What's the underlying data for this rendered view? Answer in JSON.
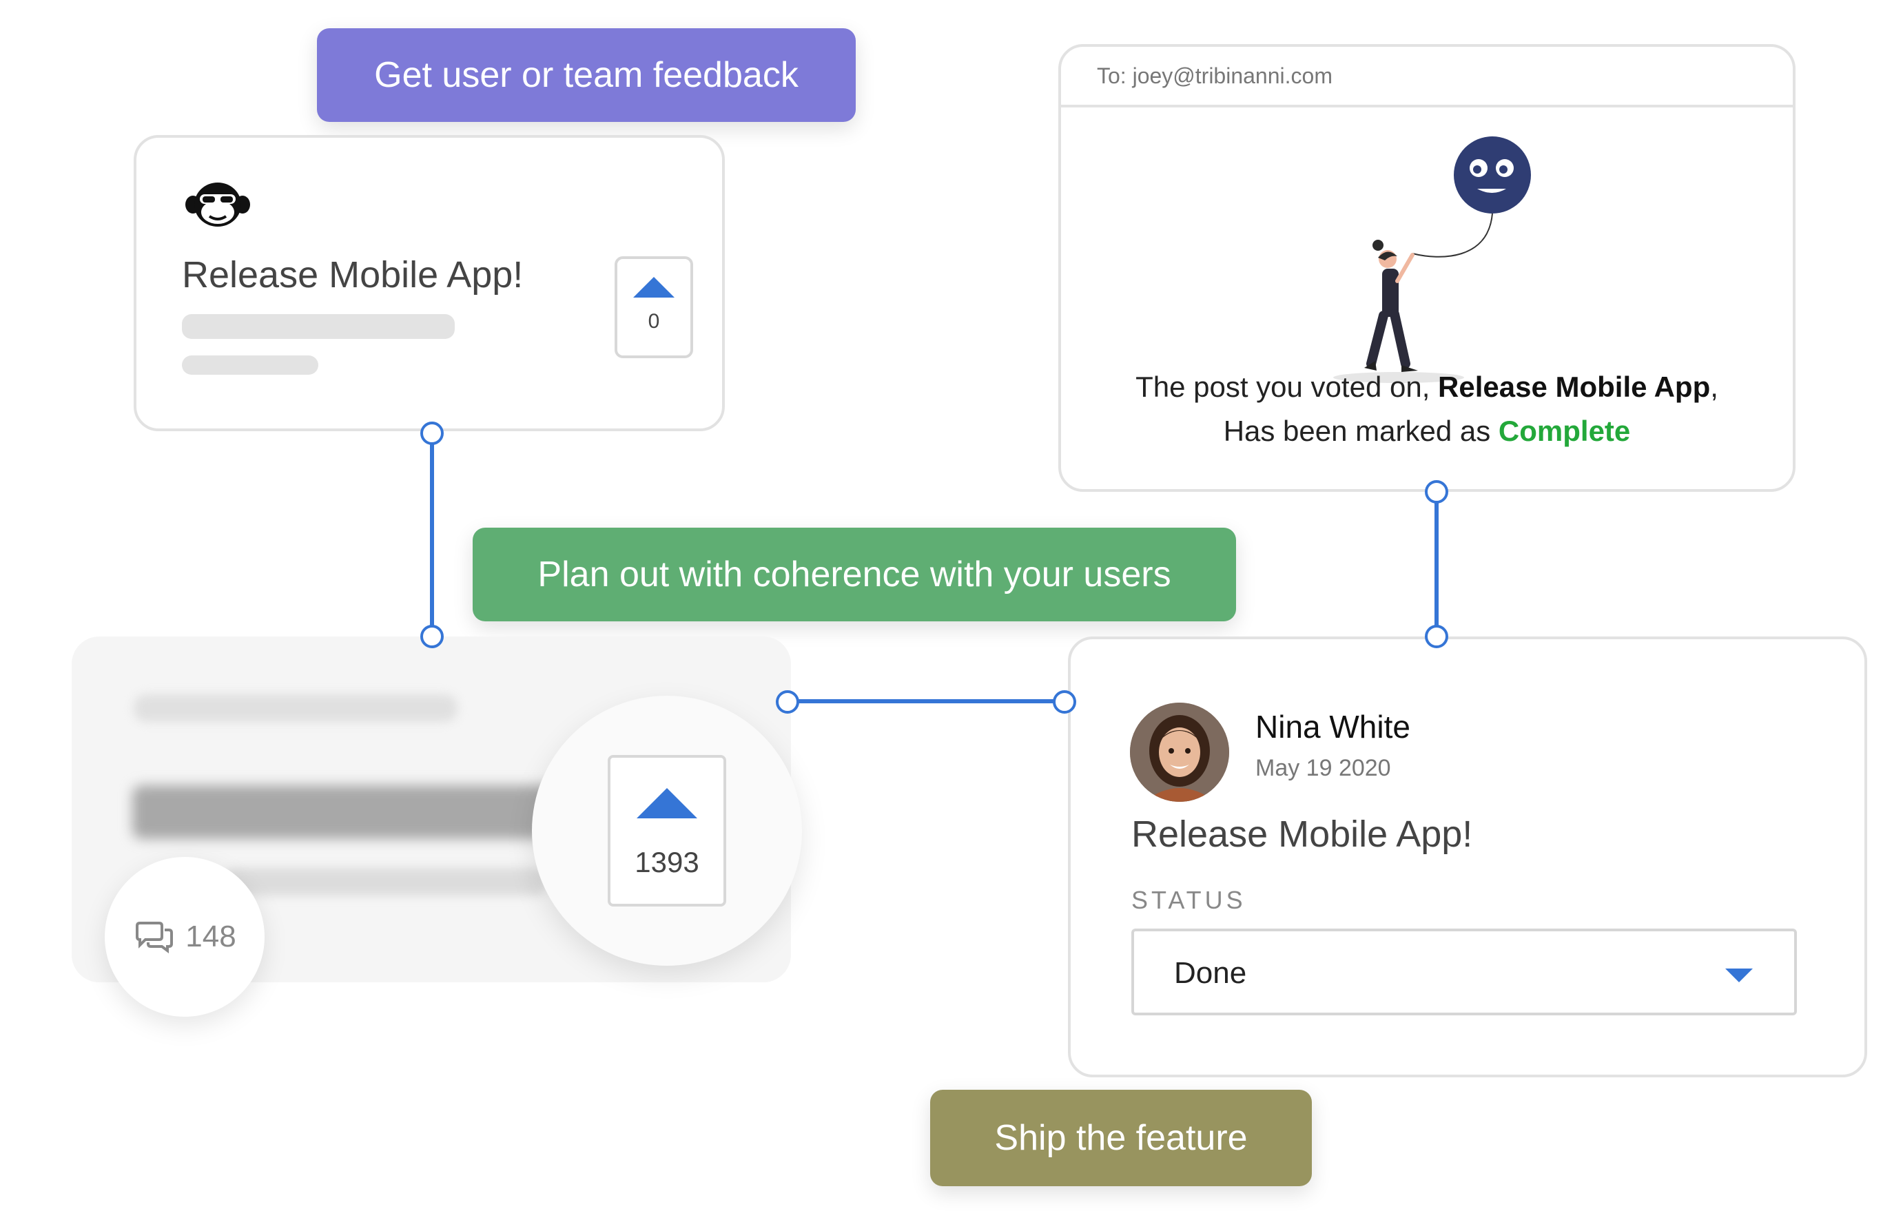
{
  "labels": {
    "feedback": "Get user or team feedback",
    "plan": "Plan out with coherence with your users",
    "ship": "Ship the feature"
  },
  "colors": {
    "feedback": "#7e7ad8",
    "plan": "#5fae73",
    "ship": "#98945f",
    "accent": "#3575d6",
    "complete": "#23a83a"
  },
  "feedback_card": {
    "title": "Release Mobile App!",
    "votes": "0"
  },
  "email_card": {
    "to": "To: joey@tribinanni.com",
    "line1_prefix": "The post you voted on, ",
    "line1_bold": "Release Mobile App",
    "line1_suffix": ",",
    "line2_prefix": "Has been marked as ",
    "line2_status": "Complete"
  },
  "board_card": {
    "votes": "1393",
    "comments": "148"
  },
  "status_card": {
    "author": "Nina White",
    "date": "May 19 2020",
    "title": "Release Mobile App!",
    "status_label": "STATUS",
    "status_value": "Done"
  },
  "icons": {
    "logo": "monkey-logo-icon",
    "upvote": "upvote-arrow-icon",
    "comments": "comments-icon",
    "dropdown": "chevron-down-icon"
  }
}
